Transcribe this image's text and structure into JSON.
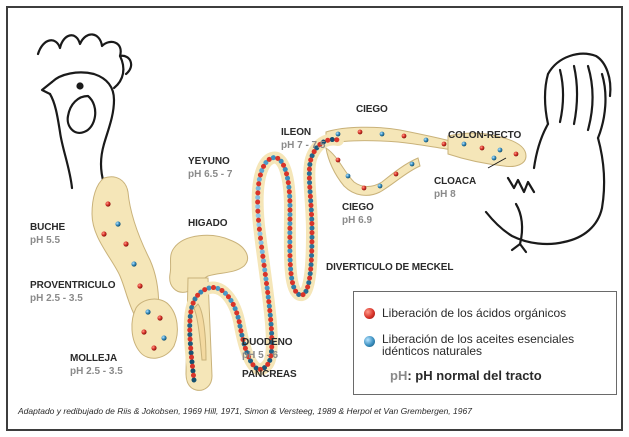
{
  "labels": {
    "buche": {
      "name": "BUCHE",
      "ph": "pH 5.5"
    },
    "proventriculo": {
      "name": "PROVENTRICULO",
      "ph": "pH 2.5 - 3.5"
    },
    "molleja": {
      "name": "MOLLEJA",
      "ph": "pH 2.5 - 3.5"
    },
    "higado": {
      "name": "HIGADO"
    },
    "yeyuno": {
      "name": "YEYUNO",
      "ph": "pH 6.5 - 7"
    },
    "ileon": {
      "name": "ILEON",
      "ph": "pH 7 - 7.5"
    },
    "ciego_top": {
      "name": "CIEGO"
    },
    "ciego_bottom": {
      "name": "CIEGO",
      "ph": "pH 6.9"
    },
    "colon": {
      "name": "COLON-RECTO"
    },
    "cloaca": {
      "name": "CLOACA",
      "ph": "pH 8"
    },
    "meckel": {
      "name": "DIVERTICULO DE MECKEL"
    },
    "duodeno": {
      "name": "DUODENO",
      "ph": "pH 5 - 6"
    },
    "pancreas": {
      "name": "PANCREAS"
    }
  },
  "legend": {
    "acids": "Liberación de los ácidos orgánicos",
    "oils_line1": "Liberación de los aceites esenciales",
    "oils_line2": "idénticos naturales",
    "ph_symbol": "pH",
    "ph_text": ": pH normal del tracto"
  },
  "colors": {
    "acid_dot": "#d8342a",
    "oil_dot": "#3a8fc0",
    "tract_fill": "#f5e6b8",
    "tract_stroke": "#c9b27a",
    "ph_text": "#8a8a8a"
  },
  "credit": "Adaptado y redibujado de Riis & Jokobsen, 1969 Hill, 1971,  Simon & Versteeg, 1989 & Herpol et Van Grembergen, 1967"
}
